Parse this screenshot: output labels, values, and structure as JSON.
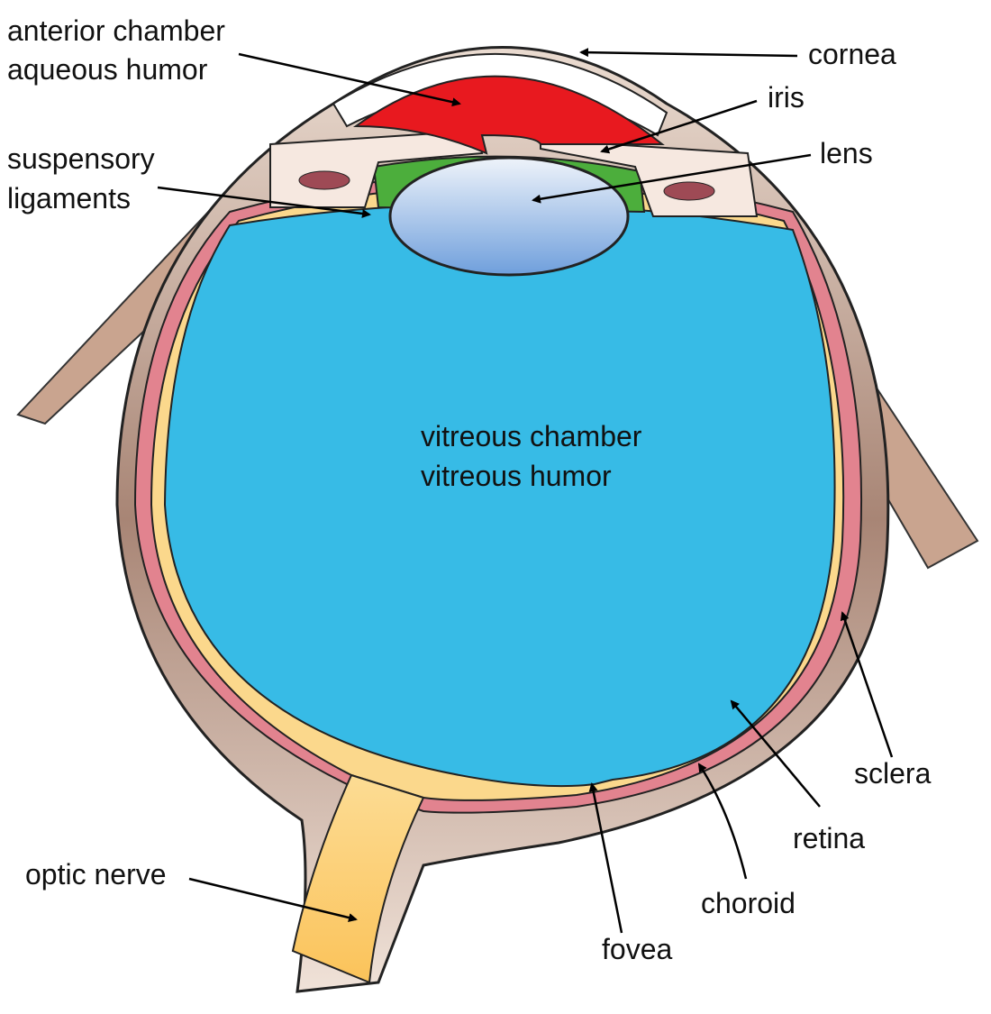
{
  "labels": {
    "anterior_chamber": "anterior chamber",
    "aqueous_humor": "aqueous humor",
    "cornea": "cornea",
    "iris": "iris",
    "lens": "lens",
    "suspensory": "suspensory",
    "ligaments": "ligaments",
    "vitreous_chamber": "vitreous chamber",
    "vitreous_humor": "vitreous humor",
    "sclera": "sclera",
    "retina": "retina",
    "choroid": "choroid",
    "fovea": "fovea",
    "optic_nerve": "optic nerve"
  },
  "colors": {
    "vitreous": "#37bbe6",
    "aqueous": "#e8191f",
    "sclera": "#c49e8c",
    "choroid": "#e2838f",
    "retina": "#fbd88c",
    "lens": "#a9c8ea",
    "ciliary": "#4cae3c",
    "optic_nerve": "#fbc75c"
  }
}
